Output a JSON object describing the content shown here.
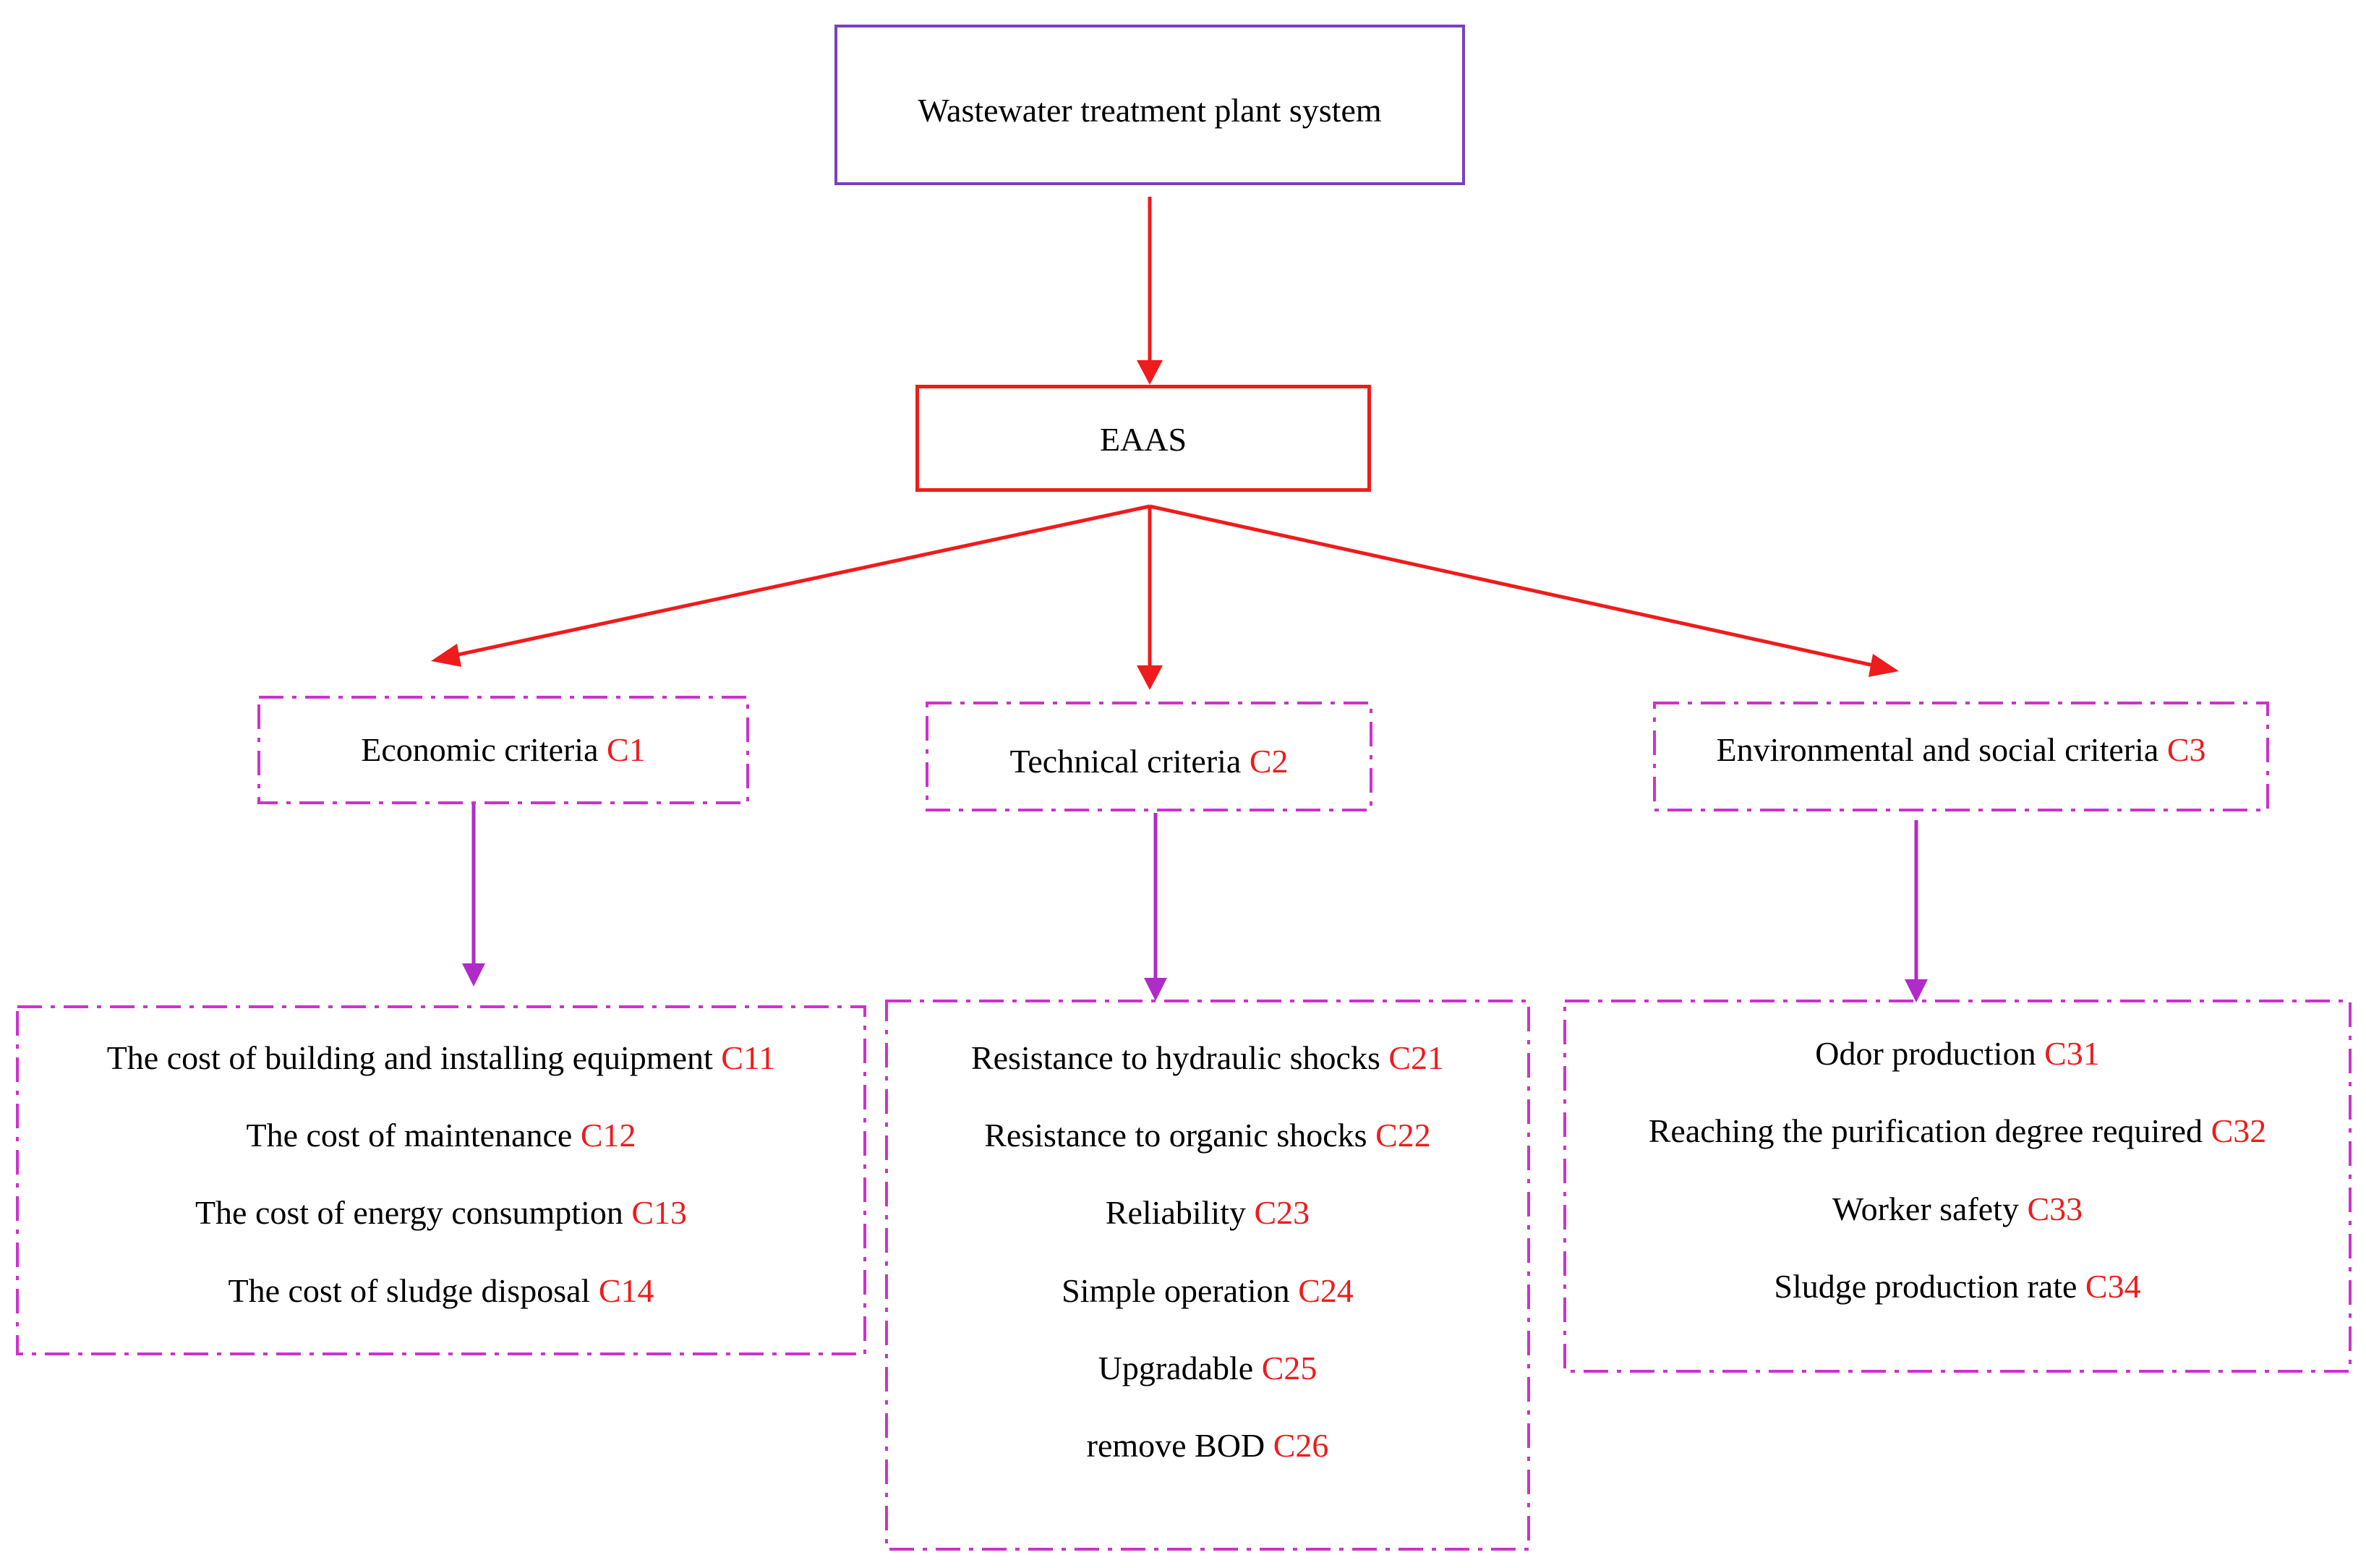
{
  "root": {
    "label": "Wastewater treatment plant system"
  },
  "goal": {
    "label": "EAAS"
  },
  "criteria": [
    {
      "name": "Economic criteria",
      "code": "C1",
      "items": [
        {
          "name": "The cost of building and installing equipment",
          "code": "C11"
        },
        {
          "name": "The cost of maintenance",
          "code": "C12"
        },
        {
          "name": "The cost of energy consumption",
          "code": "C13"
        },
        {
          "name": "The cost of sludge disposal",
          "code": "C14"
        }
      ]
    },
    {
      "name": "Technical criteria",
      "code": "C2",
      "items": [
        {
          "name": "Resistance to hydraulic shocks",
          "code": "C21"
        },
        {
          "name": "Resistance to organic shocks",
          "code": "C22"
        },
        {
          "name": "Reliability",
          "code": "C23"
        },
        {
          "name": "Simple operation",
          "code": "C24"
        },
        {
          "name": "Upgradable",
          "code": "C25"
        },
        {
          "name": "remove BOD",
          "code": "C26"
        }
      ]
    },
    {
      "name": "Environmental and social criteria",
      "code": "C3",
      "items": [
        {
          "name": "Odor production",
          "code": "C31"
        },
        {
          "name": "Reaching the purification degree required",
          "code": "C32"
        },
        {
          "name": "Worker safety",
          "code": "C33"
        },
        {
          "name": "Sludge production rate",
          "code": "C34"
        }
      ]
    }
  ],
  "colors": {
    "root_border": "#7a3fbf",
    "goal_border": "#ee1c1c",
    "dashed_border": "#cc33cc",
    "red_arrow": "#ee1c1c",
    "purple_arrow": "#b02bc9",
    "code_text": "#ee1c1c"
  }
}
